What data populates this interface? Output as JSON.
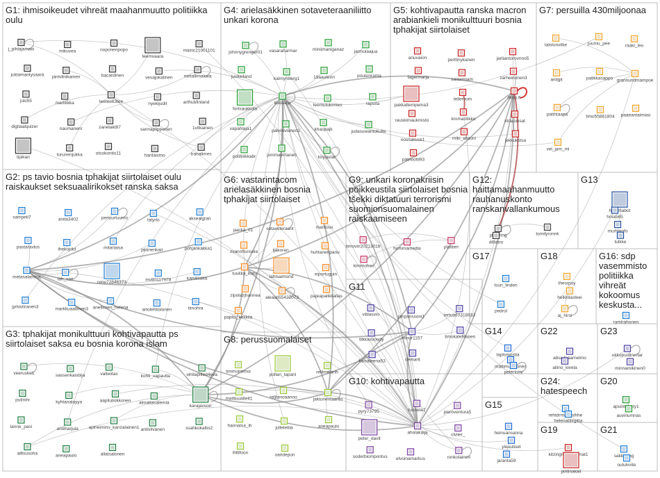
{
  "groups": [
    {
      "id": "G1",
      "title_lines": [
        "G1: ihmisoikeudet vihreät maahanmuutto politiikka",
        "oulu"
      ],
      "color": "#333333"
    },
    {
      "id": "G2",
      "title_lines": [
        "G2: ps tavio bosnia tphakijat siirtolaiset oulu",
        "raiskaukset seksuaalirikokset ranska saksa"
      ],
      "color": "#1e7fd8"
    },
    {
      "id": "G3",
      "title_lines": [
        "G3: tphakijat monikulttuuri kohtivapautta ps",
        "siirtolaiset saksa eu bosnia korona islam"
      ],
      "color": "#1e8040"
    },
    {
      "id": "G4",
      "title_lines": [
        "G4: arielasäkkinen sotaveteraaniliitto",
        "unkari korona"
      ],
      "color": "#22a030"
    },
    {
      "id": "G5",
      "title_lines": [
        "G5: kohtivapautta ranska macron",
        "arabiankieli monikulttuuri bosnia",
        "tphakijat siirtolaiset"
      ],
      "color": "#cc2020"
    },
    {
      "id": "G6",
      "title_lines": [
        "G6: vastarintacom",
        "arielasäkkinen bosnia",
        "tphakijat siirtolaiset"
      ],
      "color": "#ff8a1a"
    },
    {
      "id": "G7",
      "title_lines": [
        "G7: persuilla 430miljoonaa"
      ],
      "color": "#f5a623"
    },
    {
      "id": "G8",
      "title_lines": [
        "G8: perussuomalaiset"
      ],
      "color": "#9acd32"
    },
    {
      "id": "G9",
      "title_lines": [
        "G9: unkari koronakriisin",
        "poikkeustila siirtolaiset bosnia",
        "tšekki diktatuuri terrorismi",
        "suomionsuomalainen",
        "raiskaamiseen"
      ],
      "color": "#cc3366"
    },
    {
      "id": "G10",
      "title_lines": [
        "G10: kohtivapautta"
      ],
      "color": "#7b3fa0"
    },
    {
      "id": "G11",
      "title_lines": [
        "G11"
      ],
      "color": "#4b3fa8"
    },
    {
      "id": "G12",
      "title_lines": [
        "G12:",
        "haittamaahanmuutto",
        "rauhanuskonto",
        "ranskanvallankumous"
      ],
      "color": "#444444"
    },
    {
      "id": "G13",
      "title_lines": [
        "G13"
      ],
      "color": "#2050a0"
    },
    {
      "id": "G14",
      "title_lines": [
        "G14"
      ],
      "color": "#1e6fd8"
    },
    {
      "id": "G15",
      "title_lines": [
        "G15"
      ],
      "color": "#1e6fd8"
    },
    {
      "id": "G16",
      "title_lines": [
        "G16: sdp",
        "vasemmisto",
        "politiikka",
        "vihreät",
        "kokoomus",
        "keskusta..."
      ],
      "color": "#1e7fd8"
    },
    {
      "id": "G17",
      "title_lines": [
        "G17"
      ],
      "color": "#1e7fd8"
    },
    {
      "id": "G18",
      "title_lines": [
        "G18"
      ],
      "color": "#f5a623"
    },
    {
      "id": "G19",
      "title_lines": [
        "G19"
      ],
      "color": "#cc2020"
    },
    {
      "id": "G20",
      "title_lines": [
        "G20"
      ],
      "color": "#22a030"
    },
    {
      "id": "G21",
      "title_lines": [
        "G21"
      ],
      "color": "#1e7fd8"
    },
    {
      "id": "G22",
      "title_lines": [
        "G22"
      ],
      "color": "#4b3fa8"
    },
    {
      "id": "G23",
      "title_lines": [
        "G23"
      ],
      "color": "#4b3fa8"
    },
    {
      "id": "G24",
      "title_lines": [
        "G24:",
        "hatespeech"
      ],
      "color": "#1e7fd8"
    }
  ],
  "nodes": [
    {
      "g": "G1",
      "label": "j_pihlajamaki"
    },
    {
      "g": "G1",
      "label": "mikuvea"
    },
    {
      "g": "G1",
      "label": "noponenpopo"
    },
    {
      "g": "G1",
      "label": "teemvaara"
    },
    {
      "g": "G1",
      "label": "matric21001101"
    },
    {
      "g": "G1",
      "label": "juktamantysaara"
    },
    {
      "g": "G1",
      "label": "janivilnikainen"
    },
    {
      "g": "G1",
      "label": "bacardinen"
    },
    {
      "g": "G1",
      "label": "vesajokalinen"
    },
    {
      "g": "G1",
      "label": "metallimakala"
    },
    {
      "g": "G1",
      "label": "juki55"
    },
    {
      "g": "G1",
      "label": "marliiikka"
    },
    {
      "g": "G1",
      "label": "teetee63tee"
    },
    {
      "g": "G1",
      "label": "nyekijudit"
    },
    {
      "g": "G1",
      "label": "arthubfinland"
    },
    {
      "g": "G1",
      "label": "digitaalquizer"
    },
    {
      "g": "G1",
      "label": "naumanenr"
    },
    {
      "g": "G1",
      "label": "zanetakt87"
    },
    {
      "g": "G1",
      "label": "sannaplipponen"
    },
    {
      "g": "G1",
      "label": "1vitkainen"
    },
    {
      "g": "G1",
      "label": "tipikari"
    },
    {
      "g": "G1",
      "label": "turunenjukka"
    },
    {
      "g": "G1",
      "label": "otsokontio11"
    },
    {
      "g": "G1",
      "label": "haritasimo"
    },
    {
      "g": "G1",
      "label": "tranalimes"
    },
    {
      "g": "G2",
      "label": "sampeti7"
    },
    {
      "g": "G2",
      "label": "anita3402"
    },
    {
      "g": "G2",
      "label": "periuurtuumo"
    },
    {
      "g": "G2",
      "label": "tatyrlo"
    },
    {
      "g": "G2",
      "label": "aksealgran"
    },
    {
      "g": "G2",
      "label": "pastaravlos"
    },
    {
      "g": "G2",
      "label": "ihekojold"
    },
    {
      "g": "G2",
      "label": "mitarlaisa"
    },
    {
      "g": "G2",
      "label": "jalonenkari"
    },
    {
      "g": "G2",
      "label": "pohjankakka1"
    },
    {
      "g": "G2",
      "label": "metasalamina"
    },
    {
      "g": "G2",
      "label": "iah_sari"
    },
    {
      "g": "G2",
      "label": "rene72846373"
    },
    {
      "g": "G2",
      "label": "mv80117978"
    },
    {
      "g": "G2",
      "label": "kanalsaka"
    },
    {
      "g": "G2",
      "label": "jyrkivitranen3"
    },
    {
      "g": "G2",
      "label": "markkuaaltinen3"
    },
    {
      "g": "G2",
      "label": "anellimen_helena"
    },
    {
      "g": "G2",
      "label": "artolehtiolonen"
    },
    {
      "g": "G2",
      "label": "timohra"
    },
    {
      "g": "G3",
      "label": "veerusko1"
    },
    {
      "g": "G3",
      "label": "sassenkaisbija"
    },
    {
      "g": "G3",
      "label": "valteiitas"
    },
    {
      "g": "G3",
      "label": "kohti_vapautta"
    },
    {
      "g": "G3",
      "label": "whitapilled4eva"
    },
    {
      "g": "G3",
      "label": "putinini"
    },
    {
      "g": "G3",
      "label": "kyhtanalayya"
    },
    {
      "g": "G3",
      "label": "aapliuliokkonen"
    },
    {
      "g": "G3",
      "label": "almattasalemia"
    },
    {
      "g": "G3",
      "label": "karajavuori"
    },
    {
      "g": "G3",
      "label": "lanne_pasi"
    },
    {
      "g": "G3",
      "label": "antiiharjula"
    },
    {
      "g": "G3",
      "label": "aplneimins_kanzalainen1"
    },
    {
      "g": "G3",
      "label": "antivilvanen"
    },
    {
      "g": "G3",
      "label": "ssahkokallio2"
    },
    {
      "g": "G3",
      "label": "alltsusoha"
    },
    {
      "g": "G3",
      "label": "aneapaulo"
    },
    {
      "g": "G3",
      "label": "allatsalonen"
    },
    {
      "g": "G4",
      "label": "johnnygrenger01"
    },
    {
      "g": "G4",
      "label": "vasaraharmar"
    },
    {
      "g": "G4",
      "label": "miniimaniganaz"
    },
    {
      "g": "G4",
      "label": "jarmoiaajua"
    },
    {
      "g": "G4",
      "label": "juokeiland"
    },
    {
      "g": "G4",
      "label": "kalmyriberg1"
    },
    {
      "g": "G4",
      "label": "19aauterin"
    },
    {
      "g": "G4",
      "label": "poutunranta"
    },
    {
      "g": "G4",
      "label": "fortsaukkola"
    },
    {
      "g": "G4",
      "label": "lodstalja"
    },
    {
      "g": "G4",
      "label": "teemutukimies"
    },
    {
      "g": "G4",
      "label": "rapsita"
    },
    {
      "g": "G4",
      "label": "vapahlaja1"
    },
    {
      "g": "G4",
      "label": "palvikivlanen1"
    },
    {
      "g": "G4",
      "label": "khaopajk"
    },
    {
      "g": "G4",
      "label": "judasuwantokulte"
    },
    {
      "g": "G4",
      "label": "poliitiiikkabr"
    },
    {
      "g": "G4",
      "label": "jommavirtanen"
    },
    {
      "g": "G4",
      "label": "kirpputar"
    },
    {
      "g": "G5",
      "label": "anuvaion"
    },
    {
      "g": "G5",
      "label": "perttinykanen"
    },
    {
      "g": "G5",
      "label": "jaritantorovnno5"
    },
    {
      "g": "G5",
      "label": "fagermarja"
    },
    {
      "g": "G5",
      "label": "saiaannam"
    },
    {
      "g": "G5",
      "label": "zarheinonen3"
    },
    {
      "g": "G5",
      "label": "pakkaltempeina3"
    },
    {
      "g": "G5",
      "label": "tellervom"
    },
    {
      "g": "G5",
      "label": "tikko.fi"
    },
    {
      "g": "G5",
      "label": "rauskimaukmisto"
    },
    {
      "g": "G5",
      "label": "kromantikko"
    },
    {
      "g": "G5",
      "label": "xtrauutisat"
    },
    {
      "g": "G5",
      "label": "nousakusk1"
    },
    {
      "g": "G5",
      "label": "miki_allaoni"
    },
    {
      "g": "G5",
      "label": "jekkuktitsa"
    },
    {
      "g": "G5",
      "label": "patriootti93"
    },
    {
      "g": "G6",
      "label": "jaerka_01"
    },
    {
      "g": "G6",
      "label": "sotaveteraant"
    },
    {
      "g": "G6",
      "label": "mantoux"
    },
    {
      "g": "G6",
      "label": "zvanoftunsela"
    },
    {
      "g": "G6",
      "label": "tjakoren"
    },
    {
      "g": "G6",
      "label": "huhtanenpanu"
    },
    {
      "g": "G6",
      "label": "tuukka_kuru"
    },
    {
      "g": "G6",
      "label": "lahisaimond"
    },
    {
      "g": "G6",
      "label": "eiportuguin"
    },
    {
      "g": "G6",
      "label": "zipolazjhannea"
    },
    {
      "g": "G6",
      "label": "aleaati55422073"
    },
    {
      "g": "G6",
      "label": "pajeapalikkalias"
    },
    {
      "g": "G6",
      "label": "paplla_kekkila"
    },
    {
      "g": "G7",
      "label": "talolonvilke"
    },
    {
      "g": "G7",
      "label": "juumu_pee"
    },
    {
      "g": "G7",
      "label": "raaki_leo"
    },
    {
      "g": "G7",
      "label": "antigit"
    },
    {
      "g": "G7",
      "label": "patikkasappo"
    },
    {
      "g": "G7",
      "label": "grannundmampoe"
    },
    {
      "g": "G7",
      "label": "patihtaapa"
    },
    {
      "g": "G7",
      "label": "timo55861804"
    },
    {
      "g": "G7",
      "label": "paaeantaimiao"
    },
    {
      "g": "G7",
      "label": "vel_jam_mi"
    },
    {
      "g": "G8",
      "label": "timmoiremoi"
    },
    {
      "g": "G8",
      "label": "pollari_tapani"
    },
    {
      "g": "G8",
      "label": "rellimelarth"
    },
    {
      "g": "G8",
      "label": "matttuualtelt1"
    },
    {
      "g": "G8",
      "label": "reljtanoaanoo"
    },
    {
      "g": "G8",
      "label": "jaktunentaarito"
    },
    {
      "g": "G8",
      "label": "hannalsa_ih"
    },
    {
      "g": "G8",
      "label": "jullelettia"
    },
    {
      "g": "G8",
      "label": "aneapaulo"
    },
    {
      "g": "G8",
      "label": "ihltifoon"
    },
    {
      "g": "G8",
      "label": "oaridepon"
    },
    {
      "g": "G9",
      "label": "timoviir2021301b"
    },
    {
      "g": "G9",
      "label": "hommamedia"
    },
    {
      "g": "G9",
      "label": "plaitteri"
    },
    {
      "g": "G9",
      "label": "kimmohoo"
    },
    {
      "g": "G10",
      "label": "pyry73795"
    },
    {
      "g": "G10",
      "label": "tuonela7"
    },
    {
      "g": "G10",
      "label": "pieroventura5"
    },
    {
      "g": "G10",
      "label": "peter_davit"
    },
    {
      "g": "G10",
      "label": "aholakaija"
    },
    {
      "g": "G10",
      "label": "clviier_"
    },
    {
      "g": "G10",
      "label": "soderbiompontus"
    },
    {
      "g": "G10",
      "label": "elvoinamarkus"
    },
    {
      "g": "G10",
      "label": "ronkolainen"
    },
    {
      "g": "G11",
      "label": "vitilasvio"
    },
    {
      "g": "G11",
      "label": "janpanssoni1"
    },
    {
      "g": "G11",
      "label": "tertua67318933"
    },
    {
      "g": "G11",
      "label": "tilkkasvoody"
    },
    {
      "g": "G11",
      "label": "minor1157"
    },
    {
      "g": "G11",
      "label": "timokalehtonen"
    },
    {
      "g": "G11",
      "label": "kaisaleena53"
    },
    {
      "g": "G11",
      "label": "demarit"
    },
    {
      "g": "G12",
      "label": "jantaring"
    },
    {
      "g": "G12",
      "label": "tomilyronnk"
    },
    {
      "g": "G12",
      "label": "dilliatro"
    },
    {
      "g": "G13",
      "label": "hommabot"
    },
    {
      "g": "G13",
      "label": "hma565"
    },
    {
      "g": "G13",
      "label": "murhainfo"
    },
    {
      "g": "G13",
      "label": "tulkke"
    },
    {
      "g": "G14",
      "label": "taplomostia"
    },
    {
      "g": "G14",
      "label": "mattimuulkonen"
    },
    {
      "g": "G14",
      "label": "peterlomi"
    },
    {
      "g": "G15",
      "label": "heinuansanna"
    },
    {
      "g": "G15",
      "label": "yleuutiset"
    },
    {
      "g": "G15",
      "label": "jaranta59"
    },
    {
      "g": "G16",
      "label": "ramlrahonen"
    },
    {
      "g": "G17",
      "label": "tsuri_linden"
    },
    {
      "g": "G17",
      "label": "pedrol"
    },
    {
      "g": "G18",
      "label": "thesrpoy"
    },
    {
      "g": "G18",
      "label": "heikkilasteei"
    },
    {
      "g": "G18",
      "label": "aj_hirsi"
    },
    {
      "g": "G19",
      "label": "kitzingmikeimomat1"
    },
    {
      "g": "G19",
      "label": "jantinakail"
    },
    {
      "g": "G20",
      "label": "apuintakory1"
    },
    {
      "g": "G20",
      "label": "auvinumnas"
    },
    {
      "g": "G21",
      "label": "sakkitving"
    },
    {
      "g": "G21",
      "label": "oululvvite"
    },
    {
      "g": "G22",
      "label": "aikuutsaarnelmo"
    },
    {
      "g": "G22",
      "label": "aliino_kivela"
    },
    {
      "g": "G23",
      "label": "ukkopuolinertar"
    },
    {
      "g": "G23",
      "label": "minnamikinen0"
    },
    {
      "g": "G24",
      "label": "rehtdrmanuslhhe"
    },
    {
      "g": "G24",
      "label": "helenablirgitta"
    }
  ]
}
